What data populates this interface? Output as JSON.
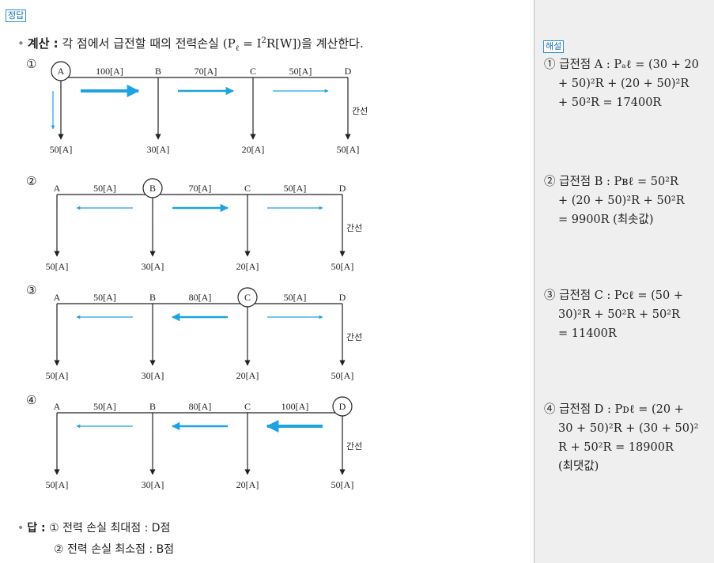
{
  "answer_tag": "정답",
  "explanation_tag": "해설",
  "calc": {
    "prefix": "계산 :",
    "text": "각 점에서 급전할 때의 전력손실",
    "formula": "(P",
    "formula_sub": "ℓ",
    "formula_mid": " = I",
    "formula_sup": "2",
    "formula_end": "R[W])",
    "suffix": "을 계산한다."
  },
  "feeder_label": "간선",
  "diagrams": [
    {
      "num": "①",
      "nodes": [
        "A",
        "B",
        "C",
        "D"
      ],
      "feed_node": "A",
      "segment_currents": [
        "100[A]",
        "70[A]",
        "50[A]"
      ],
      "loads": [
        "50[A]",
        "30[A]",
        "20[A]",
        "50[A]"
      ],
      "flow_direction": "right"
    },
    {
      "num": "②",
      "nodes": [
        "A",
        "B",
        "C",
        "D"
      ],
      "feed_node": "B",
      "segment_currents": [
        "50[A]",
        "70[A]",
        "50[A]"
      ],
      "loads": [
        "50[A]",
        "30[A]",
        "20[A]",
        "50[A]"
      ],
      "flow_direction": "mixed"
    },
    {
      "num": "③",
      "nodes": [
        "A",
        "B",
        "C",
        "D"
      ],
      "feed_node": "C",
      "segment_currents": [
        "50[A]",
        "80[A]",
        "50[A]"
      ],
      "loads": [
        "50[A]",
        "30[A]",
        "20[A]",
        "50[A]"
      ],
      "flow_direction": "mixed"
    },
    {
      "num": "④",
      "nodes": [
        "A",
        "B",
        "C",
        "D"
      ],
      "feed_node": "D",
      "segment_currents": [
        "50[A]",
        "80[A]",
        "100[A]"
      ],
      "loads": [
        "50[A]",
        "30[A]",
        "20[A]",
        "50[A]"
      ],
      "flow_direction": "left"
    }
  ],
  "answer": {
    "prefix": "답 :",
    "line1": "① 전력 손실 최대점 : D점",
    "line2": "② 전력 손실 최소점 : B점"
  },
  "explanations": [
    {
      "lines": [
        "① 급전점 A : Pₐℓ = (30 + 20",
        "+ 50)²R + (20 + 50)²R",
        "+ 50²R = 17400R"
      ]
    },
    {
      "lines": [
        "② 급전점 B : Pʙℓ = 50²R",
        "+ (20 + 50)²R + 50²R",
        "= 9900R (최솟값)"
      ]
    },
    {
      "lines": [
        "③ 급전점 C : Pᴄℓ = (50 +",
        "30)²R + 50²R + 50²R",
        "= 11400R"
      ]
    },
    {
      "lines": [
        "④ 급전점 D : Pᴅℓ = (20 +",
        "30 + 50)²R + (30 + 50)²",
        "R + 50²R = 18900R",
        "(최댓값)"
      ]
    }
  ],
  "colors": {
    "arrow": "#1ea3e0",
    "tag_border": "#2a8fd0",
    "panel_bg": "#efefef"
  }
}
